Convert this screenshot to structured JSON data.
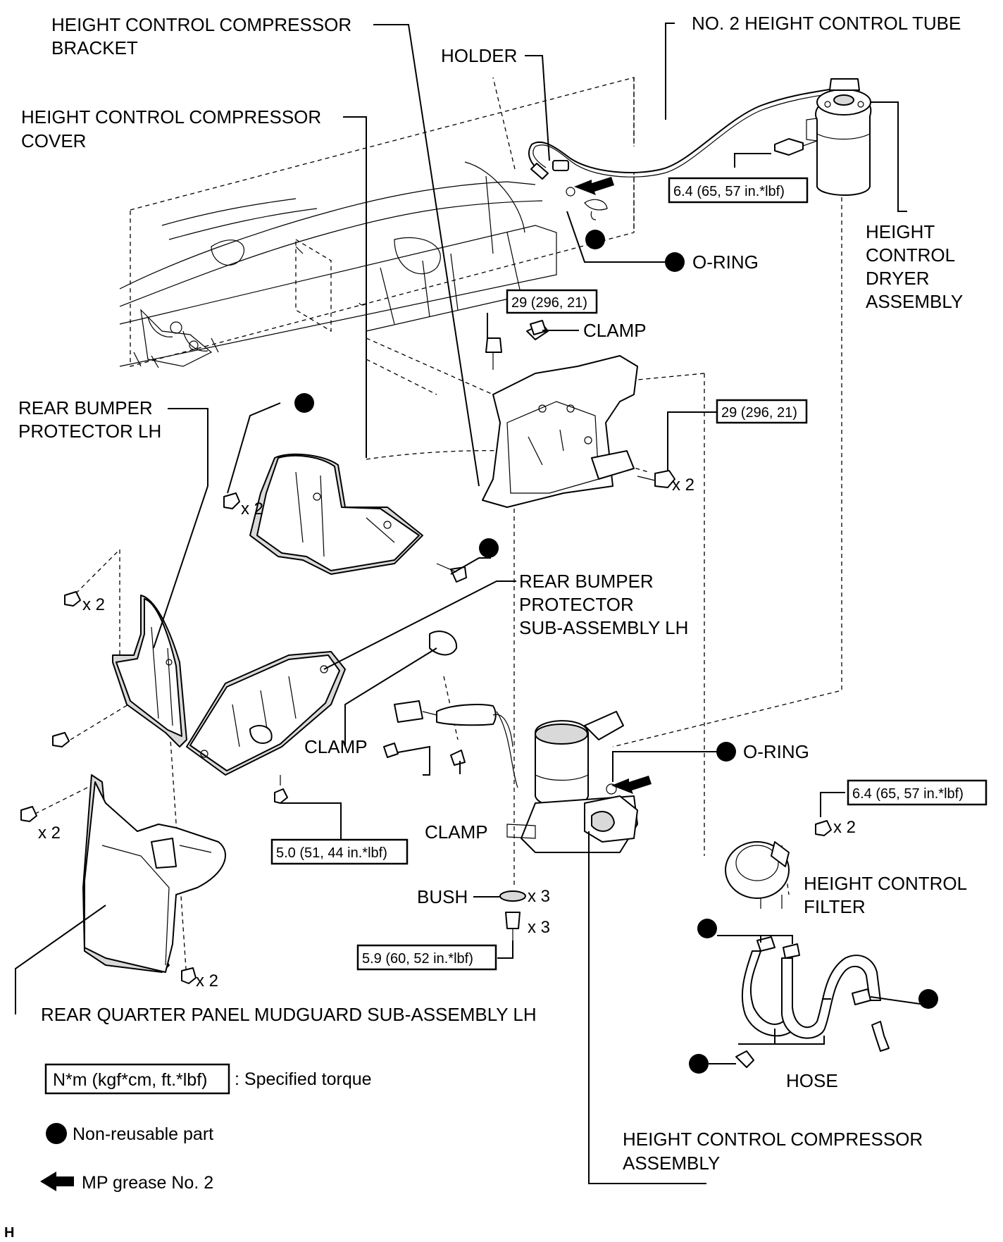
{
  "labels": {
    "compressor_bracket": [
      "HEIGHT CONTROL COMPRESSOR",
      "BRACKET"
    ],
    "tube": "NO. 2 HEIGHT CONTROL TUBE",
    "holder": "HOLDER",
    "compressor_cover": [
      "HEIGHT CONTROL COMPRESSOR",
      "COVER"
    ],
    "oring_top": "O-RING",
    "dryer": [
      "HEIGHT",
      "CONTROL",
      "DRYER",
      "ASSEMBLY"
    ],
    "clamp_top": "CLAMP",
    "bumper_protector": [
      "REAR BUMPER",
      "PROTECTOR LH"
    ],
    "bumper_protector_sub": [
      "REAR BUMPER",
      "PROTECTOR",
      "SUB-ASSEMBLY LH"
    ],
    "clamp_left": "CLAMP",
    "oring_mid": "O-RING",
    "clamp_bottom": "CLAMP",
    "bush": "BUSH",
    "filter": [
      "HEIGHT CONTROL",
      "FILTER"
    ],
    "mudguard": "REAR QUARTER PANEL MUDGUARD SUB-ASSEMBLY LH",
    "hose": "HOSE",
    "compressor_assembly": [
      "HEIGHT CONTROL COMPRESSOR",
      "ASSEMBLY"
    ]
  },
  "torques": {
    "dryer_bolt": "6.4 (65, 57 in.*lbf)",
    "bracket_top": "29 (296, 21)",
    "bracket_side": "29 (296, 21)",
    "filter_bolt": "6.4 (65, 57 in.*lbf)",
    "protector_bolt": "5.0 (51, 44 in.*lbf)",
    "compressor_bolt": "5.9 (60, 52 in.*lbf)"
  },
  "quantities": {
    "bracket_bolt": "x 2",
    "cover_clip": "x 2",
    "mudguard_upper_screw": "x 2",
    "mudguard_left_screw": "x 2",
    "mudguard_bottom_screw": "x 2",
    "filter_bolt": "x 2",
    "bush": "x 3",
    "compressor_bolt": "x 3"
  },
  "legend": {
    "torque_box": "N*m (kgf*cm, ft.*lbf)",
    "torque_text": ": Specified torque",
    "non_reusable": "Non-reusable part",
    "grease": "MP grease No. 2"
  },
  "corner_letter": "H"
}
